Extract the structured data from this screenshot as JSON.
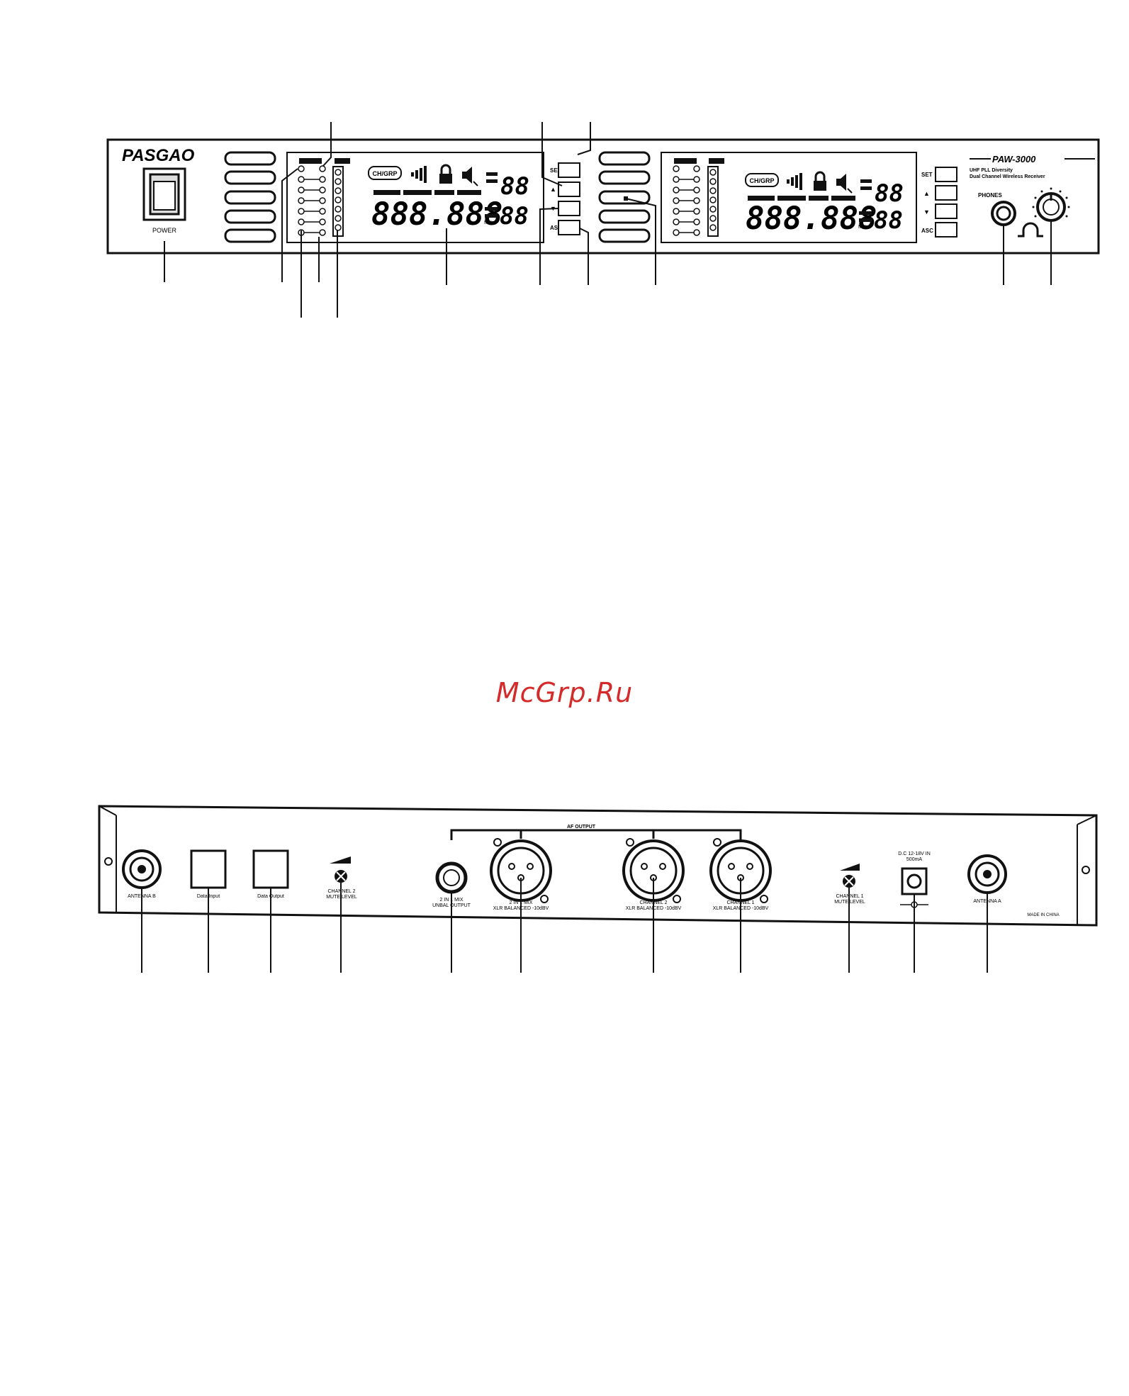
{
  "watermark": "McGrp.Ru",
  "colors": {
    "ink": "#111111",
    "panel": "#ffffff",
    "watermark": "#d42a2a"
  },
  "front_panel": {
    "brand": "PASGAO",
    "model": "PAW-3000",
    "subtitle_1": "UHF PLL Diversity",
    "subtitle_2": "Dual Channel Wireless Receiver",
    "power_label": "POWER",
    "phones_label": "PHONES",
    "lcd_channel_a": {
      "badge": "CH/GRP",
      "top_digits": "88",
      "freq": "888.888",
      "mhz": "MHz",
      "ch_digits": "88"
    },
    "lcd_channel_b": {
      "badge": "CH/GRP",
      "top_digits": "88",
      "freq": "888.888",
      "mhz": "MHz",
      "ch_digits": "88"
    },
    "buttons_a": [
      "SET",
      "▲",
      "▼",
      "ASC"
    ],
    "buttons_b": [
      "SET",
      "▲",
      "▼",
      "ASC"
    ],
    "indicator_icons": [
      "rf-signal-icon",
      "lock-icon",
      "mute-speaker-icon"
    ]
  },
  "rear_panel": {
    "af_output": "AF OUTPUT",
    "antenna_b": "ANTENNA B",
    "data_input": "Data Input",
    "data_output": "Data Output",
    "ch2_mute": "CHANNEL 2\nMUTE LEVEL",
    "mix_out": "2 IN 1 MIX\nUNBAL OUTPUT",
    "mix_xlr": "2 IN 1 MIX\nXLR BALANCED -10dBV",
    "ch2_xlr": "CHANNEL 2\nXLR BALANCED -10dBV",
    "ch1_xlr": "CHANNEL 1\nXLR BALANCED -10dBV",
    "ch1_mute": "CHANNEL 1\nMUTE LEVEL",
    "dc_in": "D.C 12-18V IN\n500mA",
    "antenna_a": "ANTENNA A",
    "made_in": "MADE IN CHINA"
  }
}
